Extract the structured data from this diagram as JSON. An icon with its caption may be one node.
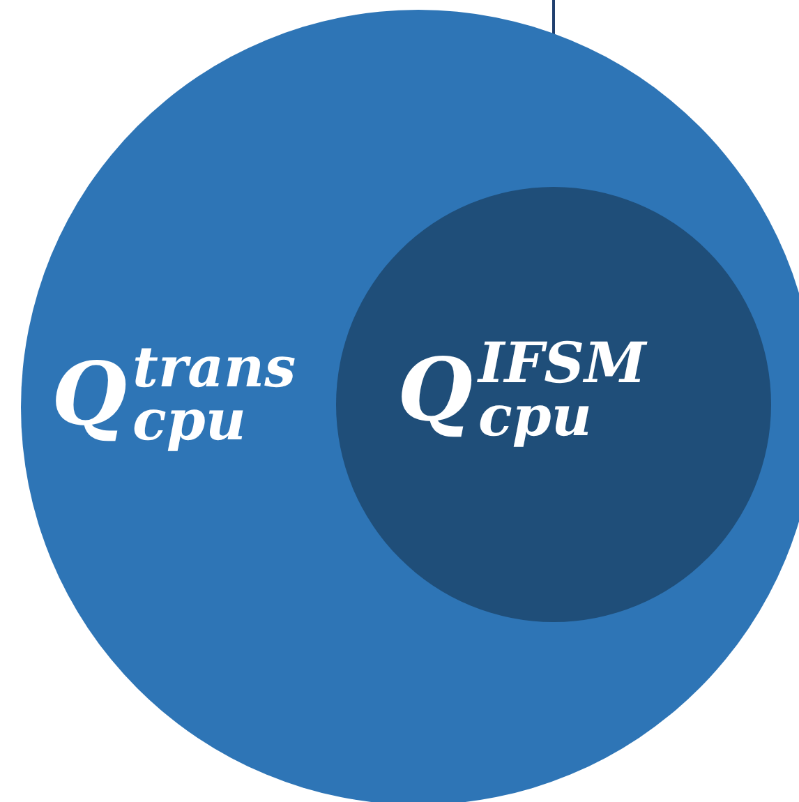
{
  "diagram": {
    "nodes": [
      {
        "text": [
          "Q$^{trans}$$_{cpu}$"
        ]
      },
      {
        "text": [
          "Q$^{IFSM}$$_{cpu}$"
        ],
        "in": 0
      }
    ],
    "edges": [
      {
        "from": null,
        "to": 1,
        "arrow": "none"
      }
    ]
  }
}
